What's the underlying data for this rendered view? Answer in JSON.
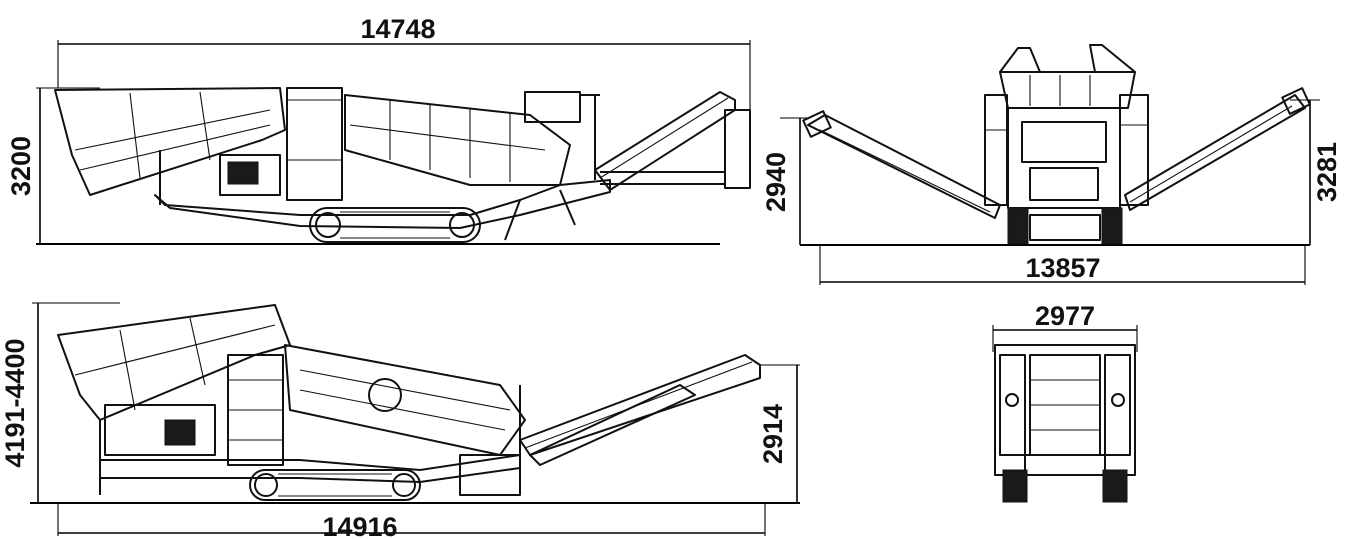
{
  "views": {
    "side_top": {
      "overall_length": "14748",
      "height": "3200"
    },
    "rear": {
      "left_height": "2940",
      "width_span": "13857",
      "right_height": "3281"
    },
    "side_bottom": {
      "overall_length": "14916",
      "height_range": "4191-4400",
      "conveyor_height": "2914"
    },
    "front": {
      "width": "2977"
    }
  },
  "colors": {
    "ink": "#111111",
    "background": "#ffffff"
  }
}
